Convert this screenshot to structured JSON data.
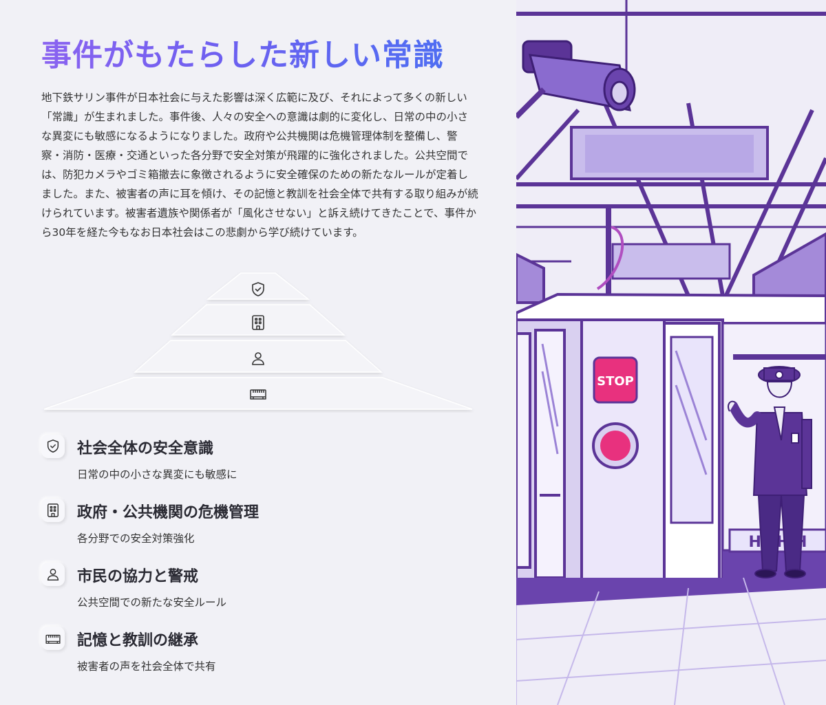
{
  "title": "事件がもたらした新しい常識",
  "body": "地下鉄サリン事件が日本社会に与えた影響は深く広範に及び、それによって多くの新しい「常識」が生まれました。事件後、人々の安全への意識は劇的に変化し、日常の中の小さな異変にも敏感になるようになりました。政府や公共機関は危機管理体制を整備し、警察・消防・医療・交通といった各分野で安全対策が飛躍的に強化されました。公共空間では、防犯カメラやゴミ箱撤去に象徴されるように安全確保のための新たなルールが定着しました。また、被害者の声に耳を傾け、その記憶と教訓を社会全体で共有する取り組みが続けられています。被害者遺族や関係者が「風化させない」と訴え続けてきたことで、事件から30年を経た今もなお日本社会はこの悲劇から学び続けています。",
  "pyramid": {
    "tiers": [
      {
        "icon": "shield-check-icon"
      },
      {
        "icon": "building-icon"
      },
      {
        "icon": "person-icon"
      },
      {
        "icon": "memory-icon"
      }
    ]
  },
  "items": [
    {
      "icon": "shield-check-icon",
      "title": "社会全体の安全意識",
      "subtitle": "日常の中の小さな異変にも敏感に"
    },
    {
      "icon": "building-icon",
      "title": "政府・公共機関の危機管理",
      "subtitle": "各分野での安全対策強化"
    },
    {
      "icon": "person-icon",
      "title": "市民の協力と警戒",
      "subtitle": "公共空間での新たな安全ルール"
    },
    {
      "icon": "memory-icon",
      "title": "記憶と教訓の継承",
      "subtitle": "被害者の声を社会全体で共有"
    }
  ],
  "illustration": {
    "stop_label": "STOP",
    "colors": {
      "purple_dark": "#5b3497",
      "purple_mid": "#9b83d6",
      "purple_light": "#d9d0f0",
      "pink": "#e8317e"
    }
  }
}
